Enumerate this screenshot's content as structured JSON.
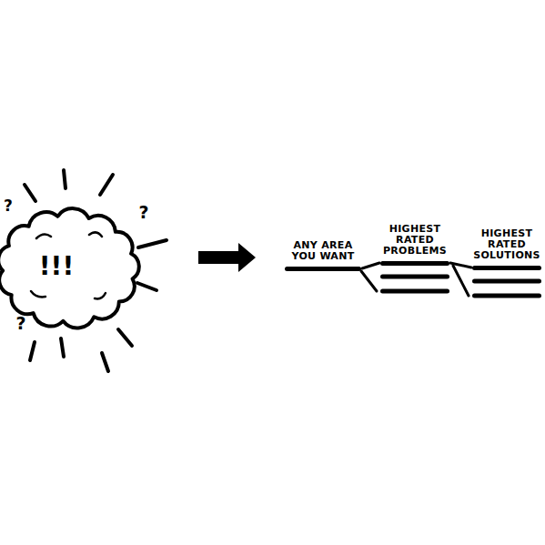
{
  "diagram": {
    "nodes": [
      {
        "text": [
          "ANY AREA YOU WANT"
        ]
      },
      {
        "text": [
          "HIGHEST RATED PROBLEMS"
        ]
      },
      {
        "text": [
          "HIGHEST RATED SOLUTIONS"
        ]
      }
    ],
    "edges": [
      {
        "from": 0,
        "to": 1,
        "arrow": "none"
      },
      {
        "from": 1,
        "to": 2,
        "arrow": "none"
      }
    ],
    "labels": [
      "!!!",
      "?",
      "?",
      "?"
    ]
  }
}
